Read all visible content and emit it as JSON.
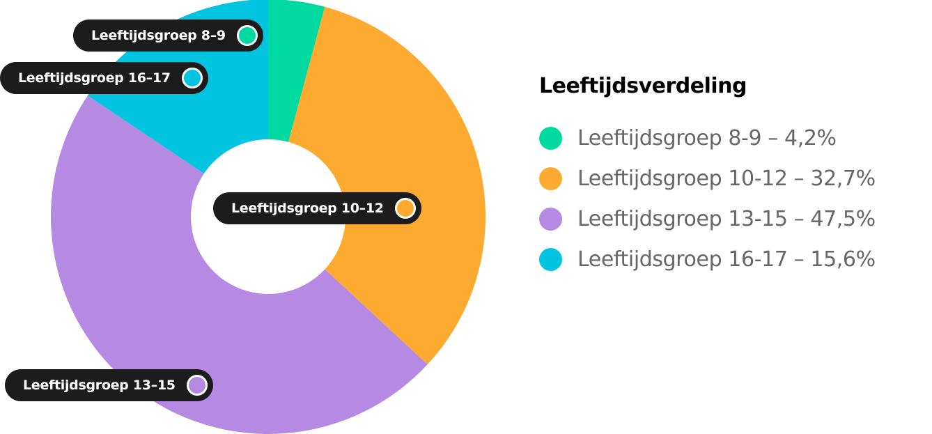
{
  "chart_data": {
    "type": "pie",
    "variant": "donut",
    "title": "Leeftijdsverdeling",
    "categories": [
      "Leeftijdsgroep 8-9",
      "Leeftijdsgroep 10-12",
      "Leeftijdsgroep 13-15",
      "Leeftijdsgroep 16-17"
    ],
    "values": [
      4.2,
      32.7,
      47.5,
      15.6
    ],
    "unit": "%",
    "colors": [
      "#00D9A0",
      "#FDAA31",
      "#B68AE3",
      "#00C4E0"
    ],
    "legend_position": "right",
    "slice_labels": [
      "Leeftijdsgroep 8–9",
      "Leeftijdsgroep 10–12",
      "Leeftijdsgroep 13–15",
      "Leeftijdsgroep 16–17"
    ]
  },
  "legend": {
    "title": "Leeftijdsverdeling",
    "items": [
      {
        "label": "Leeftijdsgroep 8-9 – 4,2%",
        "color": "#00D9A0"
      },
      {
        "label": "Leeftijdsgroep 10-12 – 32,7%",
        "color": "#FDAA31"
      },
      {
        "label": "Leeftijdsgroep 13-15 – 47,5%",
        "color": "#B68AE3"
      },
      {
        "label": "Leeftijdsgroep 16-17 – 15,6%",
        "color": "#00C4E0"
      }
    ]
  },
  "pills": [
    {
      "label": "Leeftijdsgroep 8–9",
      "color": "#00D9A0"
    },
    {
      "label": "Leeftijdsgroep 16–17",
      "color": "#00C4E0"
    },
    {
      "label": "Leeftijdsgroep 10–12",
      "color": "#FDAA31"
    },
    {
      "label": "Leeftijdsgroep 13–15",
      "color": "#B68AE3"
    }
  ]
}
